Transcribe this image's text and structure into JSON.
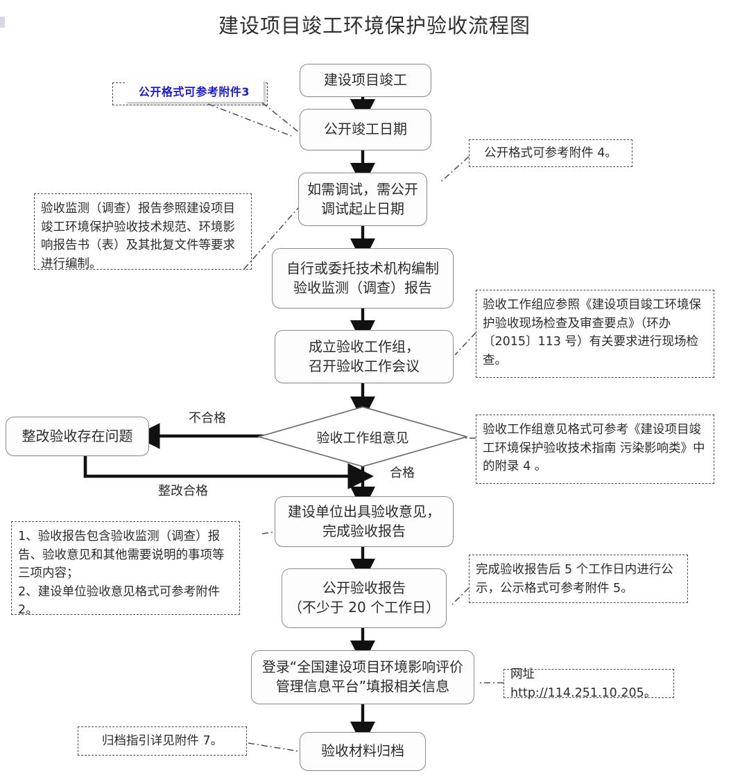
{
  "title": "建设项目竣工环境保护验收流程图",
  "flow": {
    "nodes": [
      {
        "id": "n1",
        "label": "建设项目竣工"
      },
      {
        "id": "n2",
        "label": "公开竣工日期"
      },
      {
        "id": "n3",
        "label": "如需调试，需公开\n调试起止日期"
      },
      {
        "id": "n4",
        "label": "自行或委托技术机构编制\n验收监测（调查）报告"
      },
      {
        "id": "n5",
        "label": "成立验收工作组，\n召开验收工作会议"
      },
      {
        "id": "n6",
        "label": "整改验收存在问题"
      },
      {
        "id": "n7",
        "label": "建设单位出具验收意见，\n完成验收报告"
      },
      {
        "id": "n8",
        "label": "公开验收报告\n（不少于 20 个工作日）"
      },
      {
        "id": "n9",
        "label": "登录“全国建设项目环境影响评价\n管理信息平台”填报相关信息"
      },
      {
        "id": "n10",
        "label": "验收材料归档"
      }
    ],
    "decision": {
      "id": "d1",
      "label": "验收工作组意见"
    },
    "edge_labels": {
      "fail": "不合格",
      "pass": "合格",
      "rectified": "整改合格"
    }
  },
  "notes": {
    "blue_attachment3": "公开格式可参考附件3",
    "attachment4": "公开格式可参考附件 4。",
    "report_basis": "    验收监测（调查）报告参照建设项目竣工环境保护验收技术规范、环境影响报告书（表）及其批复文件等要求进行编制。",
    "workgroup_inspection": "    验收工作组应参照《建设项目竣工环境保护验收现场检查及审查要点》（环办〔2015〕113 号）有关要求进行现场检查。",
    "workgroup_opinion_format": "    验收工作组意见格式可参考《建设项目竣工环境保护验收技术指南 污染影响类》中的附录 4 。",
    "report_contents": "    1、验收报告包含验收监测（调查）报告、验收意见和其他需要说明的事项等三项内容；\n    2、建设单位验收意见格式可参考附件 2。",
    "publicity_5days": "完成验收报告后 5 个工作日内进行公示，公示格式可参考附件 5。",
    "website": "网址 http://114.251.10.205。",
    "archive_guide": "归档指引详见附件 7。"
  },
  "colors": {
    "node_border": "#8a8a8a",
    "note_border": "#4a4a4a",
    "blue_text": "#1a1ad0",
    "arrow": "#111111",
    "background": "#ffffff"
  }
}
